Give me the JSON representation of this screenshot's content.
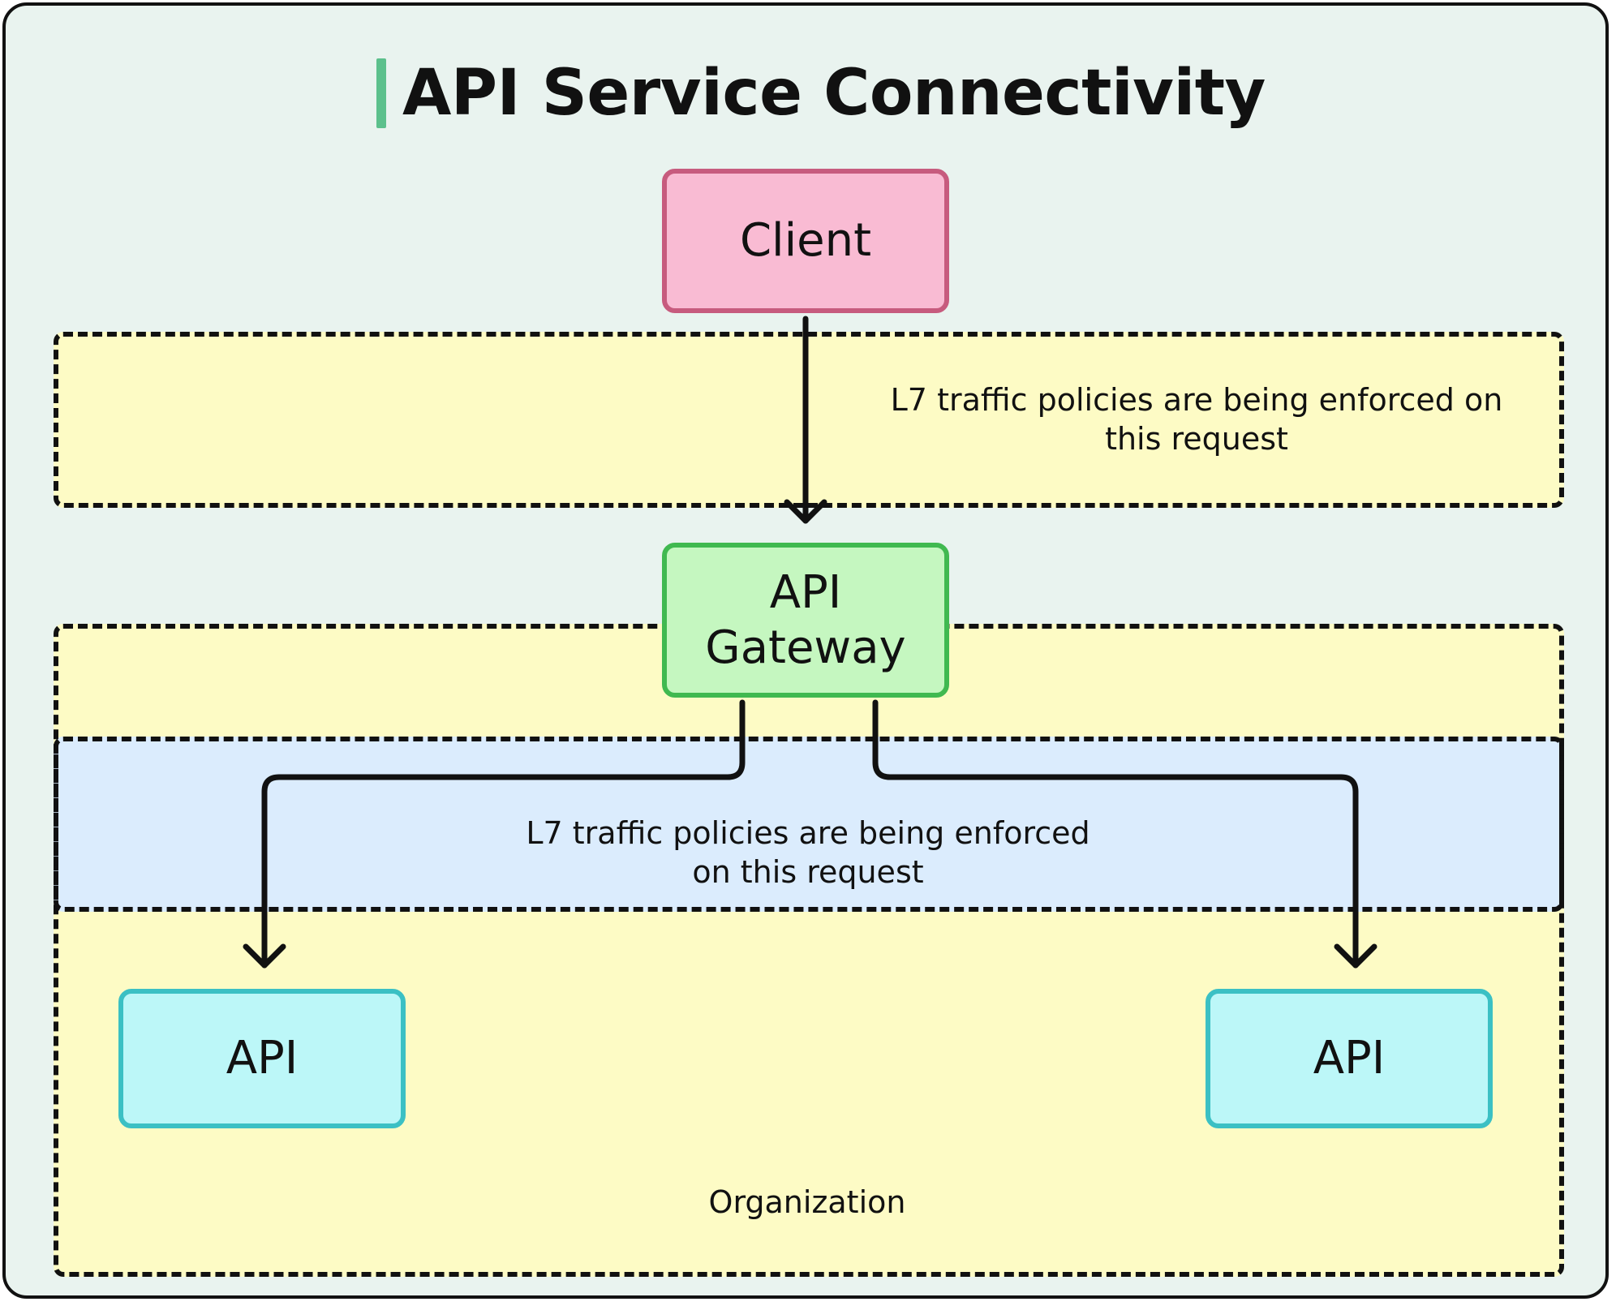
{
  "title": "API Service Connectivity",
  "nodes": {
    "client": "Client",
    "gateway": "API\nGateway",
    "api_left": "API",
    "api_right": "API"
  },
  "zones": {
    "top_policy": "L7 traffic policies are being enforced on this request",
    "mid_policy": "L7 traffic policies are being enforced on this request",
    "organization": "Organization"
  },
  "colors": {
    "title_accent": "#5cc08c",
    "client_fill": "#f9bbd3",
    "client_border": "#c75b7e",
    "gateway_fill": "#c5f7c0",
    "gateway_border": "#40b950",
    "api_fill": "#bcf7f8",
    "api_border": "#3bc0c4",
    "policy_zone_fill": "#fdfbc5",
    "internal_zone_fill": "#dbecfd",
    "background": "#e9f3ef"
  },
  "edges": [
    {
      "from": "client",
      "to": "gateway"
    },
    {
      "from": "gateway",
      "to": "api_left"
    },
    {
      "from": "gateway",
      "to": "api_right"
    }
  ]
}
